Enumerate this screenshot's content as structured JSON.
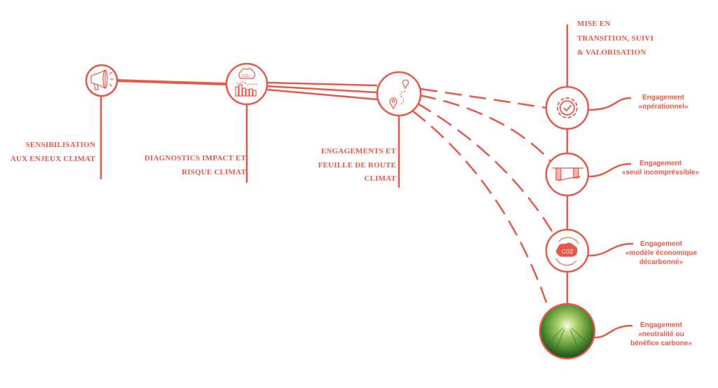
{
  "accent_color": "#e8574a",
  "stages": [
    {
      "lines": [
        "SENSIBILISATION",
        "AUX ENJEUX CLIMAT"
      ],
      "icon": "megaphone-icon"
    },
    {
      "lines": [
        "DIAGNOSTICS IMPACT ET",
        "RISQUE CLIMAT"
      ],
      "icon": "co2-chart-icon"
    },
    {
      "lines": [
        "ENGAGEMENTS ET",
        "FEUILLE DE ROUTE",
        "CLIMAT"
      ],
      "icon": "route-icon"
    },
    {
      "lines": [
        "MISE EN",
        "TRANSITION, SUIVI",
        "& VALORISATION"
      ]
    }
  ],
  "engagements": [
    {
      "lines": [
        "Engagement",
        "«opérationnel»"
      ],
      "icon": "gear-check-icon"
    },
    {
      "lines": [
        "Engagement",
        "«seuil incompréssible»"
      ],
      "icon": "threshold-icon"
    },
    {
      "lines": [
        "Engagement",
        "«modèle économique",
        "décarbonné»"
      ],
      "icon": "co2-cloud-icon"
    },
    {
      "lines": [
        "Engagement",
        "«neutralité ou",
        "bénéfice carbone»"
      ],
      "icon": "forest-photo-icon"
    }
  ],
  "co2_label": "CO2"
}
